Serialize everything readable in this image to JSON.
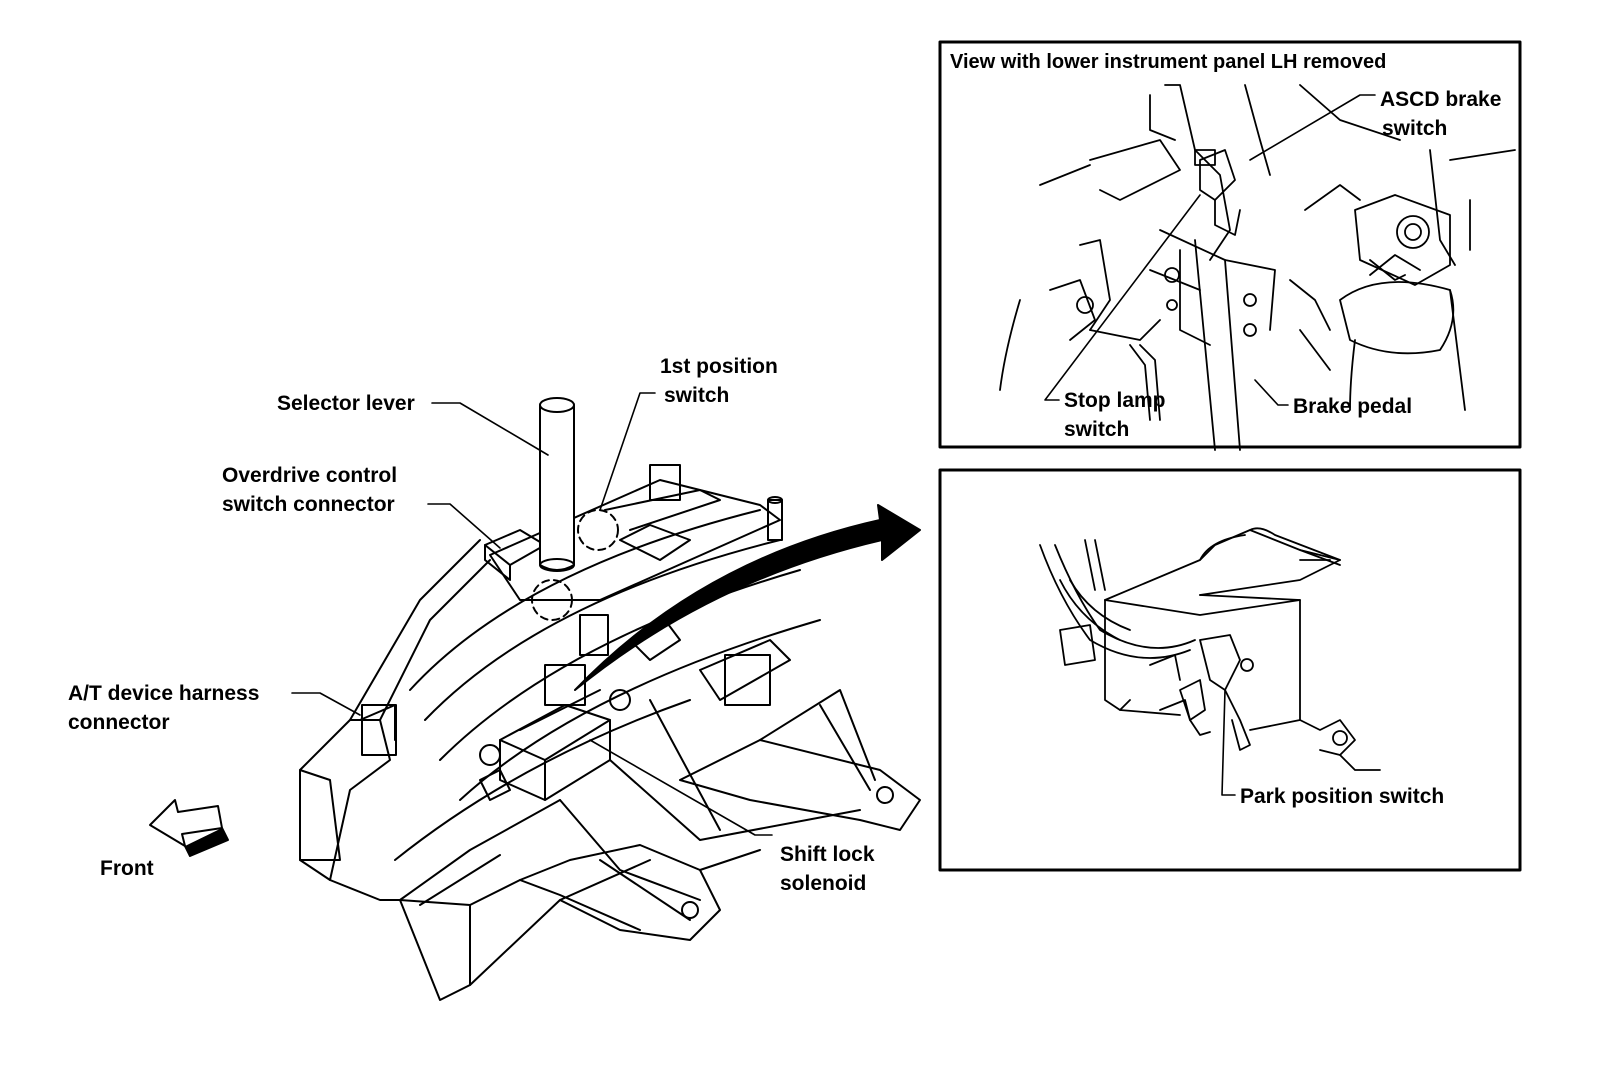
{
  "colors": {
    "ink": "#000000",
    "paper": "#ffffff"
  },
  "labels": {
    "selector_lever": "Selector lever",
    "first_position_switch": [
      "1st position",
      "switch"
    ],
    "overdrive_connector": [
      "Overdrive control",
      "switch connector"
    ],
    "at_harness_connector": [
      "A/T device harness",
      "connector"
    ],
    "front": "Front",
    "shift_lock_solenoid": [
      "Shift lock",
      "solenoid"
    ]
  },
  "inset_top": {
    "title": "View with lower instrument panel LH removed",
    "ascd_brake_switch": [
      "ASCD brake",
      "switch"
    ],
    "stop_lamp_switch": [
      "Stop lamp",
      "switch"
    ],
    "brake_pedal": "Brake pedal"
  },
  "inset_bottom": {
    "park_position_switch": "Park position switch"
  }
}
